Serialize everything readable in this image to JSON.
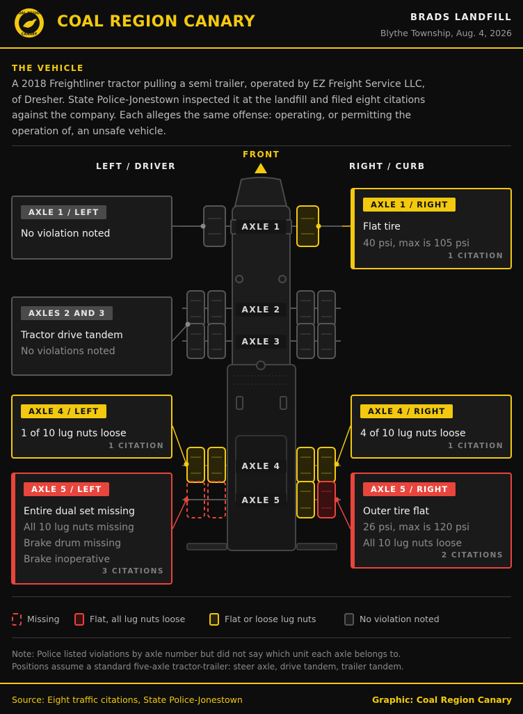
{
  "header": {
    "logo_text_top": "COAL REGION",
    "logo_text_bottom": "CANARY",
    "brand": "COAL REGION CANARY",
    "location_title": "BRADS LANDFILL",
    "location_sub": "Blythe Township, Aug. 4, 2026"
  },
  "intro": {
    "heading": "THE VEHICLE",
    "text": "A 2018 Freightliner tractor pulling a semi trailer, operated by EZ Freight Service LLC, of Dresher. State Police-Jonestown inspected it at the landfill and filed eight citations against the company. Each alleges the same offense: operating, or permitting the operation of, an unsafe vehicle."
  },
  "diagram": {
    "front_label": "FRONT",
    "left_label": "LEFT / DRIVER",
    "right_label": "RIGHT / CURB",
    "axles": [
      "AXLE 1",
      "AXLE 2",
      "AXLE 3",
      "AXLE 4",
      "AXLE 5"
    ]
  },
  "cards": {
    "a1_left": {
      "badge": "AXLE 1 / LEFT",
      "main": "No violation noted"
    },
    "a1_right": {
      "badge": "AXLE 1 / RIGHT",
      "main": "Flat tire",
      "sub": "40 psi, max is 105 psi",
      "cite": "1 CITATION"
    },
    "a23_left": {
      "badge": "AXLES 2 AND 3",
      "main": "Tractor drive tandem",
      "sub": "No violations noted"
    },
    "a4_left": {
      "badge": "AXLE 4 / LEFT",
      "main": "1 of 10 lug nuts loose",
      "cite": "1 CITATION"
    },
    "a4_right": {
      "badge": "AXLE 4 / RIGHT",
      "main": "4 of 10 lug nuts loose",
      "cite": "1 CITATION"
    },
    "a5_left": {
      "badge": "AXLE 5 / LEFT",
      "main": "Entire dual set missing",
      "sub1": "All 10 lug nuts missing",
      "sub2": "Brake drum missing",
      "sub3": "Brake inoperative",
      "cite": "3 CITATIONS"
    },
    "a5_right": {
      "badge": "AXLE 5 / RIGHT",
      "main": "Outer tire flat",
      "sub1": "26 psi, max is 120 psi",
      "sub2": "All 10 lug nuts loose",
      "cite": "2 CITATIONS"
    }
  },
  "legend": {
    "missing": "Missing",
    "flat_loose": "Flat, all lug nuts loose",
    "flat_or_loose": "Flat or loose lug nuts",
    "none": "No violation noted"
  },
  "colors": {
    "accent": "#f2c90f",
    "red": "#e8453c",
    "neutral": "#555555"
  },
  "note": {
    "line1": "Note: Police listed violations by axle number but did not say which unit each axle belongs to.",
    "line2": "Positions assume a standard five-axle tractor-trailer: steer axle, drive tandem, trailer tandem."
  },
  "footer": {
    "source": "Source: Eight traffic citations, State Police-Jonestown",
    "credit": "Graphic: Coal Region Canary"
  }
}
